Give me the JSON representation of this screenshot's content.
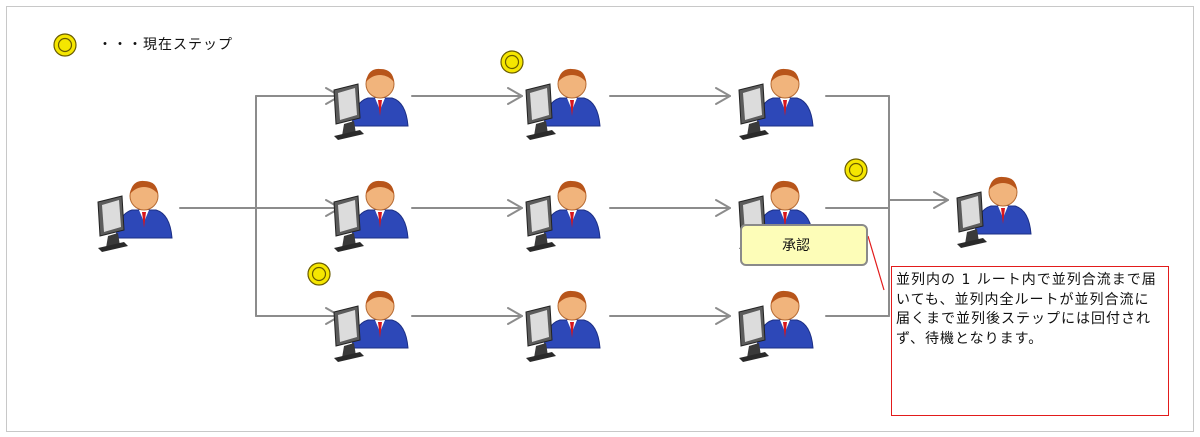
{
  "legend": {
    "marker_icon": "current-step-marker",
    "text": "・・・現在ステップ"
  },
  "approval_label": "承認",
  "note": {
    "text": "並列内の 1 ルート内で並列合流まで届いても、並列内全ルートが並列合流に届くまで並列後ステップには回付されず、待機となります。"
  },
  "nodes": [
    {
      "id": "start",
      "icon": "user-computer-icon"
    },
    {
      "id": "r1s1",
      "icon": "user-computer-icon"
    },
    {
      "id": "r1s2",
      "icon": "user-computer-icon",
      "current": true
    },
    {
      "id": "r1s3",
      "icon": "user-computer-icon"
    },
    {
      "id": "r2s1",
      "icon": "user-computer-icon"
    },
    {
      "id": "r2s2",
      "icon": "user-computer-icon"
    },
    {
      "id": "r2s3",
      "icon": "user-computer-icon",
      "current": true
    },
    {
      "id": "r3s1",
      "icon": "user-computer-icon",
      "current": true
    },
    {
      "id": "r3s2",
      "icon": "user-computer-icon"
    },
    {
      "id": "r3s3",
      "icon": "user-computer-icon"
    },
    {
      "id": "end",
      "icon": "user-computer-icon"
    }
  ],
  "colors": {
    "frame": "#c8c8c8",
    "arrow": "#8c8c8c",
    "marker_fill": "#f5e600",
    "marker_ring": "#7a6a00",
    "note_border": "#e21b1b",
    "approval_fill": "#fdfdb8"
  }
}
